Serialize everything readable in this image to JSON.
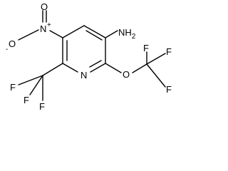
{
  "molecule": {
    "labels": {
      "nh2": "NH",
      "nh2_sub": "2",
      "nitro_n": "N",
      "nitro_plus": "+",
      "nitro_o_top": "O",
      "nitro_o_left": "O",
      "nitro_minus": "-",
      "ring_n": "N",
      "ether_o": "O",
      "ocf3_f1": "F",
      "ocf3_f2": "F",
      "ocf3_f3": "F",
      "cf3_f1": "F",
      "cf3_f2": "F",
      "cf3_f3": "F"
    }
  }
}
